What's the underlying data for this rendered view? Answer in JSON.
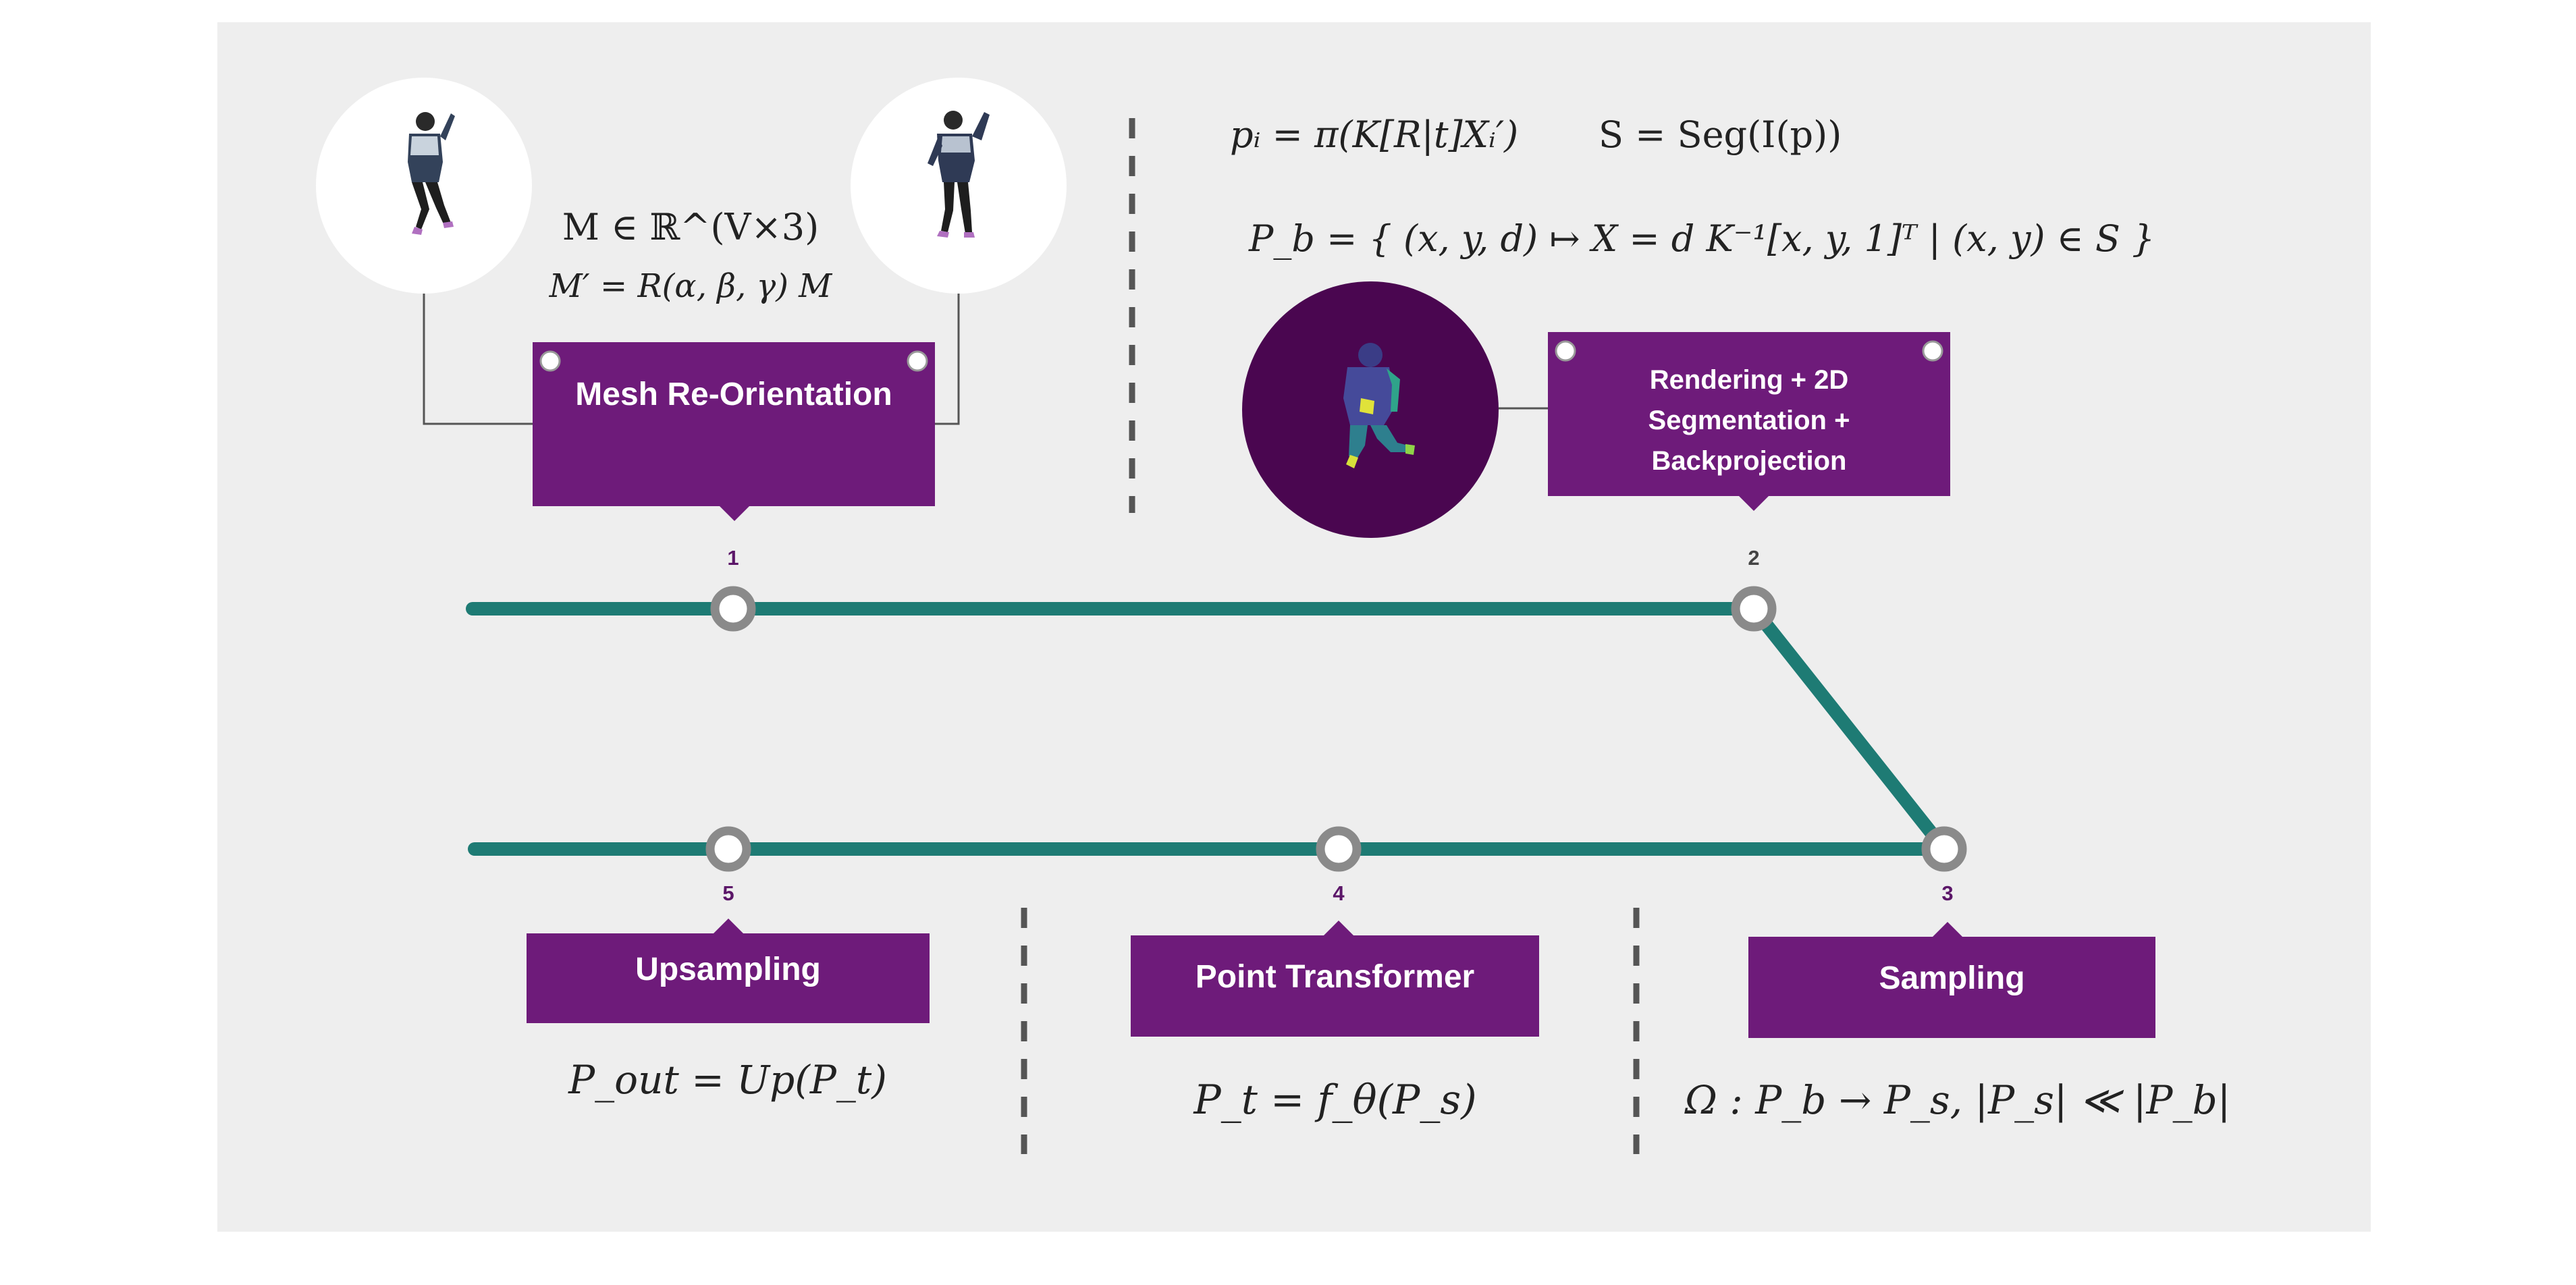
{
  "colors": {
    "panel_bg": "#eeeeee",
    "track": "#1e7b74",
    "station_ring": "#8a8a8a",
    "box": "#6e1b7a",
    "step_number": "#5b1668",
    "step_number_alt": "#444444",
    "render_disc": "#4a0650",
    "divider": "#555555"
  },
  "icons": {
    "person_front": "person-standing-icon",
    "person_rotated": "person-rotated-icon",
    "rendered_mesh": "segmented-person-icon"
  },
  "steps": [
    {
      "number": "1",
      "label": "Mesh Re-Orientation"
    },
    {
      "number": "2",
      "label_lines": [
        "Rendering + 2D",
        "Segmentation +",
        "Backprojection"
      ]
    },
    {
      "number": "3",
      "label": "Sampling"
    },
    {
      "number": "4",
      "label": "Point Transformer"
    },
    {
      "number": "5",
      "label": "Upsampling"
    }
  ],
  "formulas": {
    "mesh": "M ∈ ℝ^(V×3)",
    "mesh_rotation": "M′ = R(α, β, γ) M",
    "projection": "pᵢ = π(K[R|t]Xᵢ′)",
    "segmentation": "S = Seg(I(p))",
    "backprojection": "P_b = { (x, y, d) ↦ X = d K⁻¹[x, y, 1]ᵀ | (x, y) ∈ S }",
    "sampling": "Ω : P_b → P_s,   |P_s| ≪ |P_b|",
    "transformer": "P_t = f_θ(P_s)",
    "upsampling": "P_out = Up(P_t)"
  }
}
